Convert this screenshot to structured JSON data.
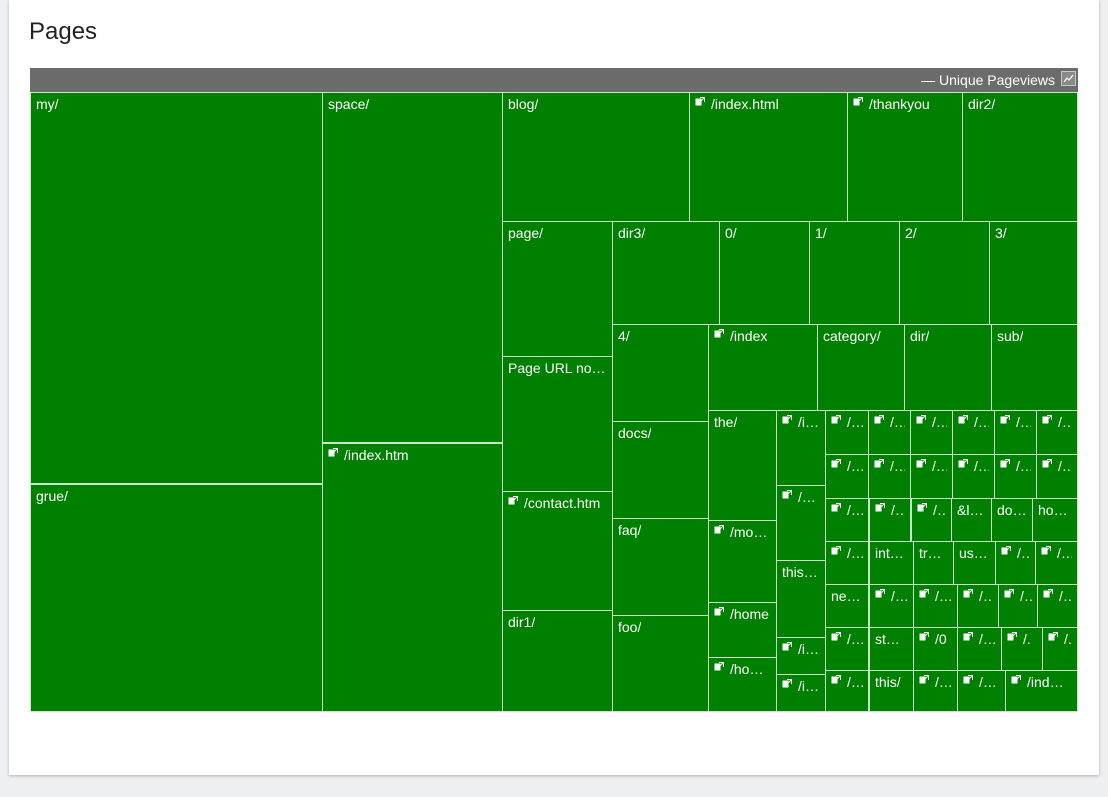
{
  "widget": {
    "title": "Pages",
    "legend_label": "— Unique Pageviews",
    "legend_icon": "chart-image-icon"
  },
  "colors": {
    "tile_fill": "#008000",
    "tile_border": "#c9e6c9",
    "legend_bar": "#6c6c6c",
    "page_background": "#eeeff1"
  },
  "chart_data": {
    "type": "treemap",
    "metric": "Unique Pageviews",
    "tiles": [
      {
        "label": "my/",
        "kind": "folder"
      },
      {
        "label": "grue/",
        "kind": "folder"
      },
      {
        "label": "space/",
        "kind": "folder"
      },
      {
        "label": "/index.htm",
        "kind": "page"
      },
      {
        "label": "blog/",
        "kind": "folder"
      },
      {
        "label": "/index.html",
        "kind": "page"
      },
      {
        "label": "/thankyou",
        "kind": "page"
      },
      {
        "label": "dir2/",
        "kind": "folder"
      },
      {
        "label": "page/",
        "kind": "folder"
      },
      {
        "label": "Page URL no…",
        "kind": "folder"
      },
      {
        "label": "/contact.htm",
        "kind": "page"
      },
      {
        "label": "dir1/",
        "kind": "folder"
      },
      {
        "label": "dir3/",
        "kind": "folder"
      },
      {
        "label": "0/",
        "kind": "folder"
      },
      {
        "label": "1/",
        "kind": "folder"
      },
      {
        "label": "2/",
        "kind": "folder"
      },
      {
        "label": "3/",
        "kind": "folder"
      },
      {
        "label": "4/",
        "kind": "folder"
      },
      {
        "label": "docs/",
        "kind": "folder"
      },
      {
        "label": "faq/",
        "kind": "folder"
      },
      {
        "label": "foo/",
        "kind": "folder"
      },
      {
        "label": "/index",
        "kind": "page"
      },
      {
        "label": "category/",
        "kind": "folder"
      },
      {
        "label": "dir/",
        "kind": "folder"
      },
      {
        "label": "sub/",
        "kind": "folder"
      },
      {
        "label": "the/",
        "kind": "folder"
      },
      {
        "label": "/mo…",
        "kind": "page"
      },
      {
        "label": "/home",
        "kind": "page"
      },
      {
        "label": "/ho…",
        "kind": "page"
      },
      {
        "label": "/i…",
        "kind": "page"
      },
      {
        "label": "/…",
        "kind": "page"
      },
      {
        "label": "this…",
        "kind": "folder"
      },
      {
        "label": "/i…",
        "kind": "page"
      },
      {
        "label": "/i…",
        "kind": "page"
      },
      {
        "label": "/…",
        "kind": "page"
      },
      {
        "label": "/…",
        "kind": "page"
      },
      {
        "label": "/…",
        "kind": "page"
      },
      {
        "label": "/…",
        "kind": "page"
      },
      {
        "label": "/…",
        "kind": "page"
      },
      {
        "label": "/…",
        "kind": "page"
      },
      {
        "label": "/…",
        "kind": "page"
      },
      {
        "label": "/…",
        "kind": "page"
      },
      {
        "label": "/…",
        "kind": "page"
      },
      {
        "label": "/…",
        "kind": "page"
      },
      {
        "label": "/…",
        "kind": "page"
      },
      {
        "label": "/…",
        "kind": "page"
      },
      {
        "label": "/…",
        "kind": "page"
      },
      {
        "label": "/…",
        "kind": "page"
      },
      {
        "label": "/…",
        "kind": "page"
      },
      {
        "label": "&l…",
        "kind": "folder"
      },
      {
        "label": "do…",
        "kind": "folder"
      },
      {
        "label": "ho…",
        "kind": "folder"
      },
      {
        "label": "/…",
        "kind": "page"
      },
      {
        "label": "int…",
        "kind": "folder"
      },
      {
        "label": "tr…",
        "kind": "folder"
      },
      {
        "label": "us…",
        "kind": "folder"
      },
      {
        "label": "/…",
        "kind": "page"
      },
      {
        "label": "/…",
        "kind": "page"
      },
      {
        "label": "/…",
        "kind": "page"
      },
      {
        "label": "ne…",
        "kind": "folder"
      },
      {
        "label": "/…",
        "kind": "page"
      },
      {
        "label": "/…",
        "kind": "page"
      },
      {
        "label": "/…",
        "kind": "page"
      },
      {
        "label": "/…",
        "kind": "page"
      },
      {
        "label": "/…",
        "kind": "page"
      },
      {
        "label": "st…",
        "kind": "folder"
      },
      {
        "label": "/0",
        "kind": "page"
      },
      {
        "label": "/…",
        "kind": "page"
      },
      {
        "label": "/.",
        "kind": "page"
      },
      {
        "label": "/.",
        "kind": "page"
      },
      {
        "label": "/…",
        "kind": "page"
      },
      {
        "label": "this/",
        "kind": "folder"
      },
      {
        "label": "/…",
        "kind": "page"
      },
      {
        "label": "/…",
        "kind": "page"
      },
      {
        "label": "/ind…",
        "kind": "page"
      }
    ]
  }
}
